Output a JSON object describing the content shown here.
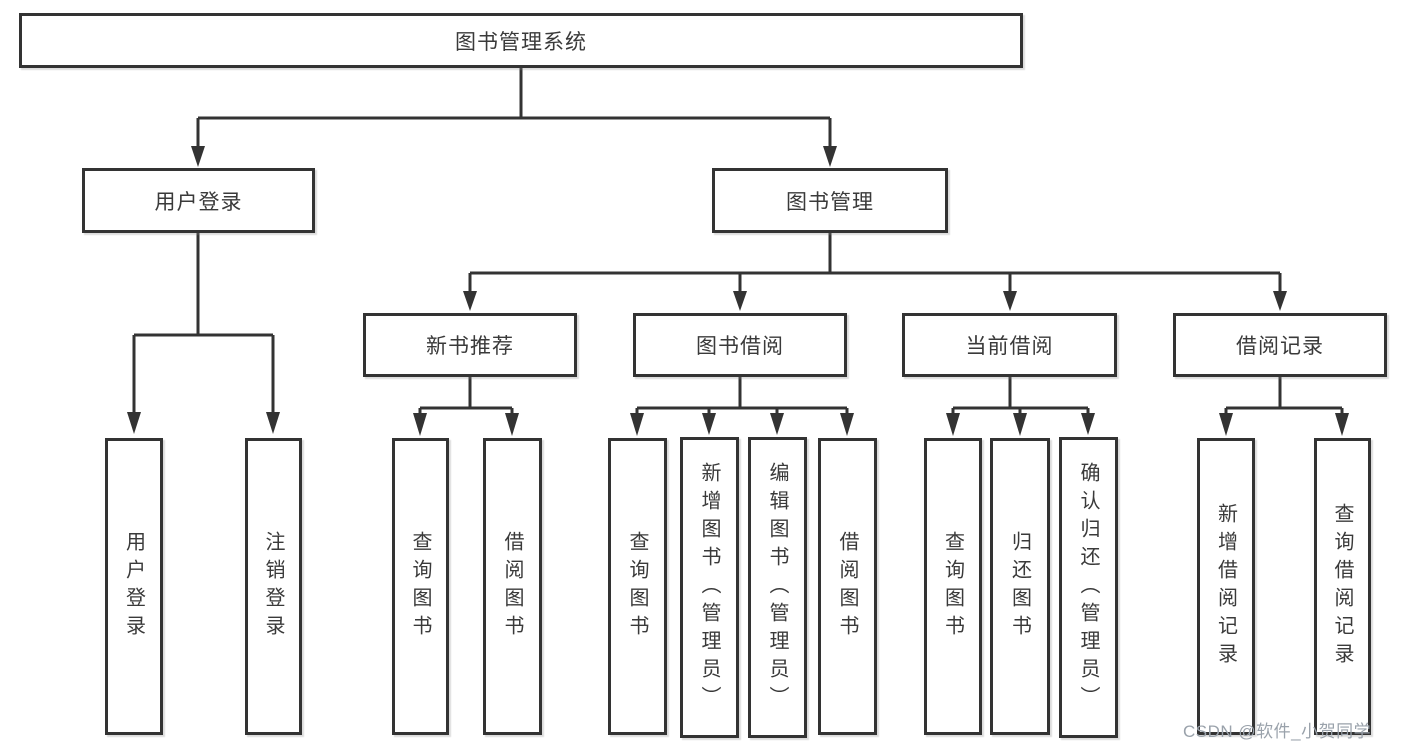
{
  "tree": {
    "root": {
      "label": "图书管理系统",
      "children": [
        {
          "label": "用户登录",
          "children": [
            {
              "label": "用户登录"
            },
            {
              "label": "注销登录"
            }
          ]
        },
        {
          "label": "图书管理",
          "children": [
            {
              "label": "新书推荐",
              "children": [
                {
                  "label": "查询图书"
                },
                {
                  "label": "借阅图书"
                }
              ]
            },
            {
              "label": "图书借阅",
              "children": [
                {
                  "label": "查询图书"
                },
                {
                  "label": "新增图书（管理员）"
                },
                {
                  "label": "编辑图书（管理员）"
                },
                {
                  "label": "借阅图书"
                }
              ]
            },
            {
              "label": "当前借阅",
              "children": [
                {
                  "label": "查询图书"
                },
                {
                  "label": "归还图书"
                },
                {
                  "label": "确认归还（管理员）"
                }
              ]
            },
            {
              "label": "借阅记录",
              "children": [
                {
                  "label": "新增借阅记录"
                },
                {
                  "label": "查询借阅记录"
                }
              ]
            }
          ]
        }
      ]
    }
  },
  "watermark": {
    "text": "CSDN @软件_小贺同学"
  },
  "colors": {
    "line": "#333333",
    "text": "#3a3a3a",
    "background": "#ffffff",
    "watermark": "#9aa2ab"
  }
}
